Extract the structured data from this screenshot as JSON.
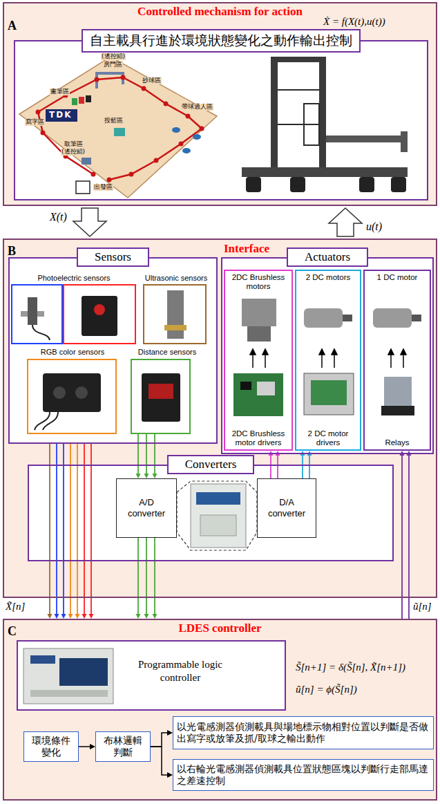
{
  "diagram": {
    "nodes": [
      {
        "text": [
          "A",
          "Controlled mechanism for action"
        ]
      },
      {
        "text": [
          "自主載具行進於環境狀態變化之動作輸出控制"
        ],
        "in": 0
      },
      {
        "text": [
          "B",
          "Interface"
        ]
      },
      {
        "text": [
          "Sensors"
        ],
        "in": 2
      },
      {
        "text": [
          "Photoelectric sensors"
        ],
        "in": 3
      },
      {
        "text": [
          "Ultrasonic sensors"
        ],
        "in": 3
      },
      {
        "text": [
          "RGB color sensors"
        ],
        "in": 3
      },
      {
        "text": [
          "Distance sensors"
        ],
        "in": 3
      },
      {
        "text": [
          "Actuators"
        ],
        "in": 2
      },
      {
        "text": [
          "2DC Brushless motors",
          "2DC Brushless motor drivers"
        ],
        "in": 8
      },
      {
        "text": [
          "2 DC motors",
          "2 DC motor drivers"
        ],
        "in": 8
      },
      {
        "text": [
          "1 DC motor",
          "Relays"
        ],
        "in": 8
      },
      {
        "text": [
          "Converters"
        ],
        "in": 2
      },
      {
        "text": [
          "A/D converter"
        ],
        "in": 12
      },
      {
        "text": [
          "D/A converter"
        ],
        "in": 12
      },
      {
        "text": [
          "C",
          "LDES controller"
        ]
      },
      {
        "text": [
          "Programmable logic controller"
        ],
        "in": 15
      },
      {
        "text": [
          "環境條件變化"
        ],
        "in": 15
      },
      {
        "text": [
          "布林邏輯判斷"
        ],
        "in": 15
      },
      {
        "text": [
          "以光電感測器偵測載具與場地標示物相對位置以判斷是否做出寫字或放筆及抓/取球之輸出動作"
        ],
        "in": 15
      },
      {
        "text": [
          "以右輪光電感測器偵測載具位置狀態區塊以判斷行走部馬達之差速控制"
        ],
        "in": 15
      }
    ],
    "edges": [
      {
        "from": 0,
        "to": 2,
        "label": "X(t)",
        "arrow": "to"
      },
      {
        "from": 2,
        "to": 0,
        "label": "u(t)",
        "arrow": "to"
      },
      {
        "from": 3,
        "to": 15,
        "arrow": "to"
      },
      {
        "from": 7,
        "to": 13,
        "arrow": "to"
      },
      {
        "from": 13,
        "to": 15,
        "arrow": "to"
      },
      {
        "from": 14,
        "to": 9,
        "arrow": "to"
      },
      {
        "from": 14,
        "to": 10,
        "arrow": "to"
      },
      {
        "from": 15,
        "to": 11,
        "arrow": "to"
      },
      {
        "from": 17,
        "to": 18,
        "arrow": "to"
      },
      {
        "from": 18,
        "to": 19,
        "arrow": "to"
      },
      {
        "from": 18,
        "to": 20,
        "arrow": "to"
      }
    ],
    "labels": [
      "Ẋ = f(X(t),u(t))",
      "(遙控組)",
      "房門區",
      "畫筆區",
      "寫字區",
      "TDK",
      "抄球區",
      "投籃區",
      "帶球過人區",
      "取筆區",
      "(遙控組)",
      "出發區",
      "X̃[n]",
      "ũ[n]",
      "S̃[n+1] = δ(S̃[n], X̃[n+1])",
      "ũ[n] = ϕ(S̃[n])"
    ]
  }
}
